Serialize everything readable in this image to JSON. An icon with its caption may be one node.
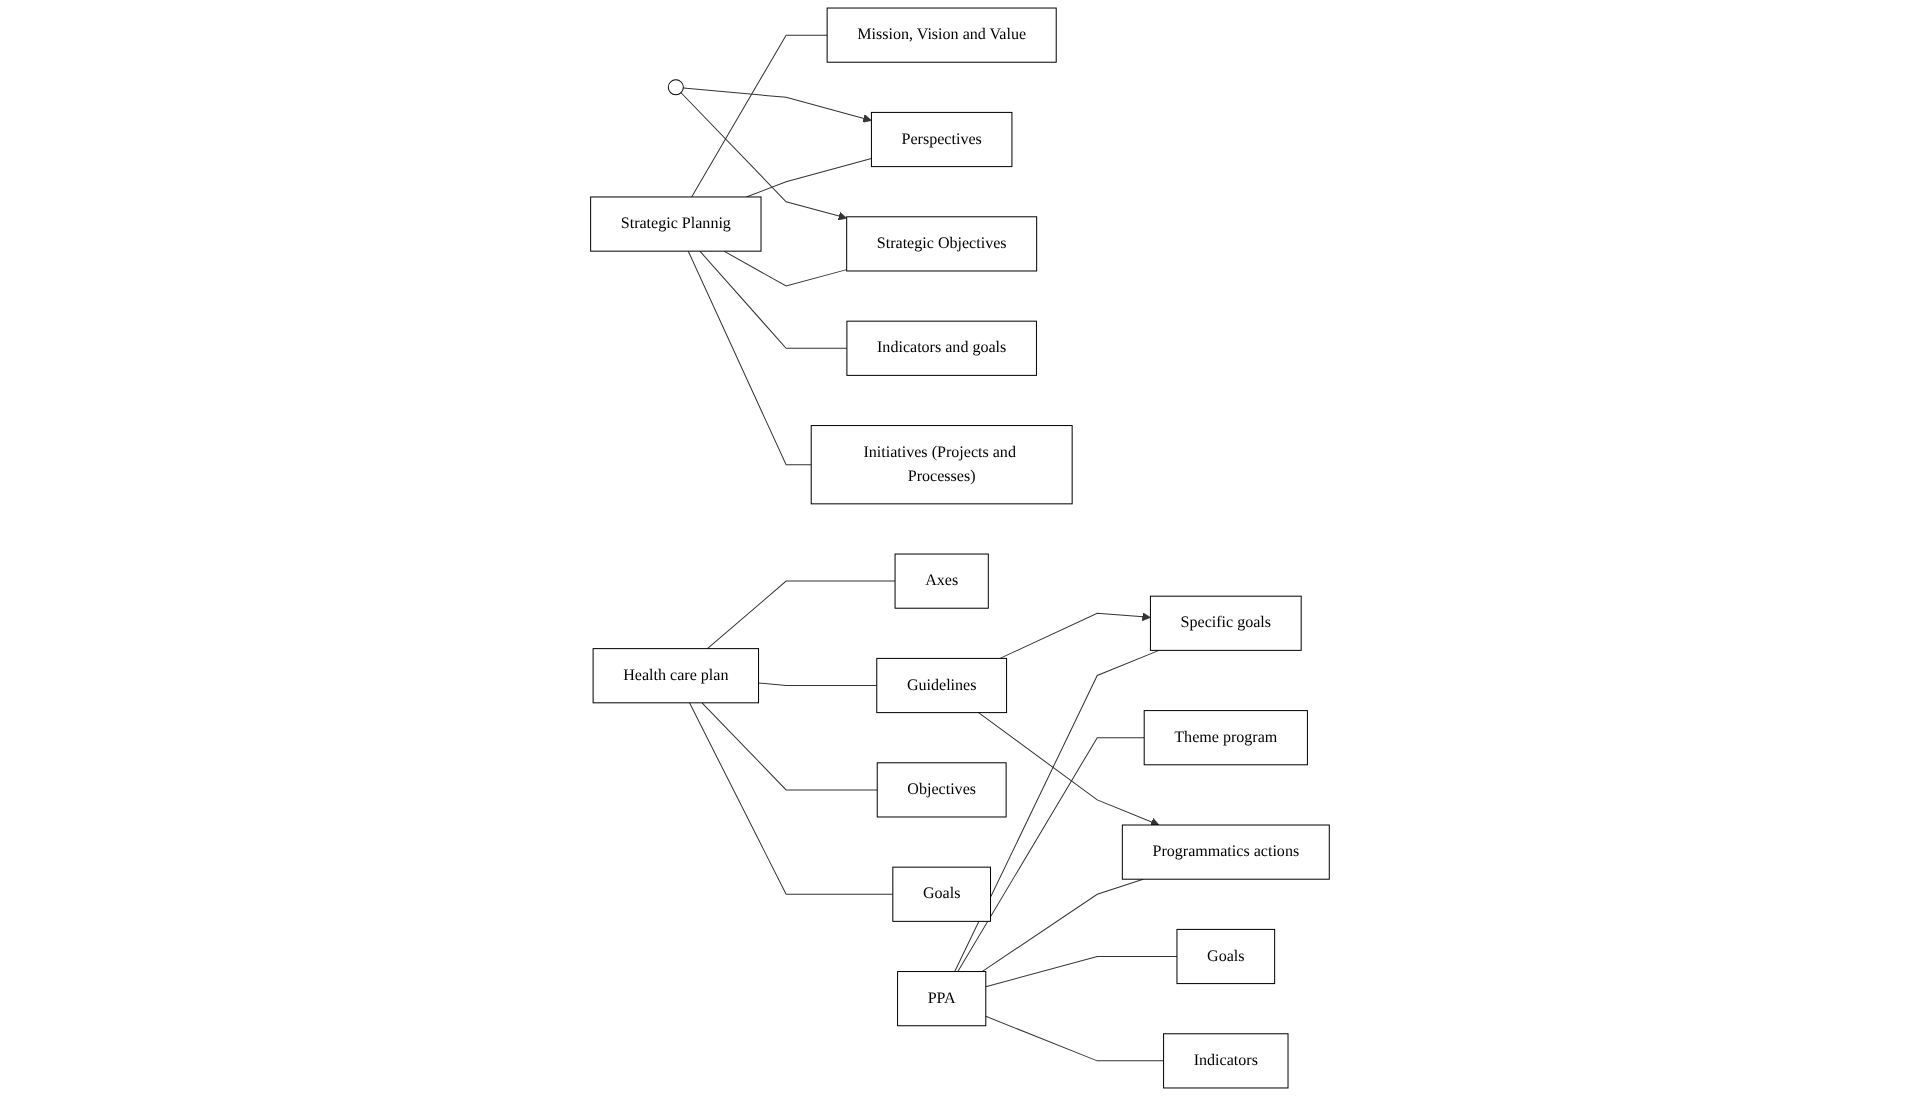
{
  "diagram": {
    "nodes": [
      {
        "text": [
          "Strategic Plannig"
        ]
      },
      {
        "text": [
          "Mission, Vision and Value"
        ]
      },
      {
        "text": [
          "Perspectives"
        ]
      },
      {
        "text": [
          "Strategic Objectives"
        ]
      },
      {
        "text": [
          "Indicators and goals"
        ]
      },
      {
        "text": [
          "Initiatives (Projects and Processes)"
        ]
      },
      {
        "text": [
          "Health care plan"
        ]
      },
      {
        "text": [
          "Axes"
        ]
      },
      {
        "text": [
          "Guidelines"
        ]
      },
      {
        "text": [
          "Objectives"
        ]
      },
      {
        "text": [
          "Goals"
        ]
      },
      {
        "text": [
          "PPA"
        ]
      },
      {
        "text": [
          "Theme program"
        ]
      },
      {
        "text": [
          "Specific goals"
        ]
      },
      {
        "text": [
          "Goals"
        ]
      },
      {
        "text": [
          "Indicators"
        ]
      },
      {
        "text": [
          "Programmatics actions"
        ]
      },
      {
        "text": [],
        "shape": "ellipse"
      }
    ],
    "edges": [
      {
        "from": 0,
        "to": 1,
        "arrow": "none"
      },
      {
        "from": 0,
        "to": 2,
        "arrow": "none"
      },
      {
        "from": 0,
        "to": 3,
        "arrow": "none"
      },
      {
        "from": 0,
        "to": 4,
        "arrow": "none"
      },
      {
        "from": 0,
        "to": 5,
        "arrow": "none"
      },
      {
        "from": 6,
        "to": 7,
        "arrow": "none"
      },
      {
        "from": 6,
        "to": 8,
        "arrow": "none"
      },
      {
        "from": 6,
        "to": 9,
        "arrow": "none"
      },
      {
        "from": 6,
        "to": 10,
        "arrow": "none"
      },
      {
        "from": 11,
        "to": 12,
        "arrow": "none"
      },
      {
        "from": 11,
        "to": 13,
        "arrow": "none"
      },
      {
        "from": 11,
        "to": 14,
        "arrow": "none"
      },
      {
        "from": 11,
        "to": 15,
        "arrow": "none"
      },
      {
        "from": 11,
        "to": 16,
        "arrow": "none"
      },
      {
        "from": 17,
        "to": 2,
        "arrow": "to"
      },
      {
        "from": 17,
        "to": 3,
        "arrow": "to"
      },
      {
        "from": 8,
        "to": 13,
        "arrow": "to"
      },
      {
        "from": 8,
        "to": 16,
        "arrow": "to"
      }
    ]
  }
}
